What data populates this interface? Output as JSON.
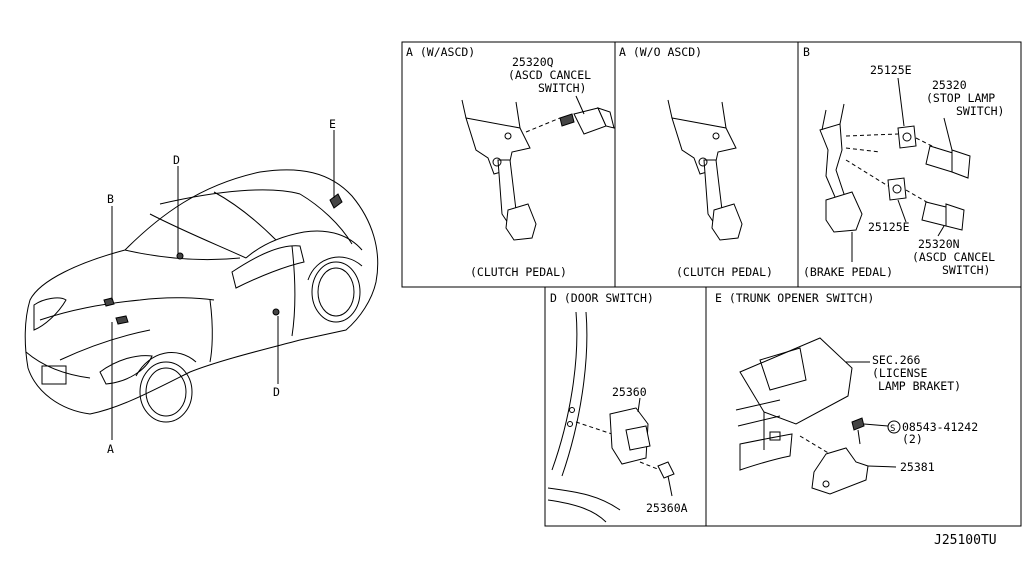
{
  "code": "J25100TU",
  "car_callouts": {
    "a": "A",
    "b": "B",
    "d": "D",
    "e": "E"
  },
  "panels": {
    "a_ascd": {
      "title": "A (W/ASCD)",
      "part_no": "25320Q",
      "part_desc_1": "(ASCD CANCEL",
      "part_desc_2": "SWITCH)",
      "caption": "(CLUTCH PEDAL)"
    },
    "a_no_ascd": {
      "title": "A (W/O ASCD)",
      "caption": "(CLUTCH PEDAL)"
    },
    "b": {
      "title": "B",
      "p1": "25125E",
      "p2": "25320",
      "p2_desc_1": "(STOP LAMP",
      "p2_desc_2": "SWITCH)",
      "p3": "25125E",
      "p4": "25320N",
      "p4_desc_1": "(ASCD CANCEL",
      "p4_desc_2": "SWITCH)",
      "caption": "(BRAKE PEDAL)"
    },
    "d": {
      "title": "D (DOOR SWITCH)",
      "p1": "25360",
      "p2": "25360A"
    },
    "e": {
      "title": "E (TRUNK OPENER SWITCH)",
      "sec": "SEC.266",
      "sec_desc_1": "(LICENSE",
      "sec_desc_2": "LAMP BRAKET)",
      "screw_sym": "S",
      "screw": "08543-41242",
      "screw_qty": "(2)",
      "p1": "25381"
    }
  }
}
